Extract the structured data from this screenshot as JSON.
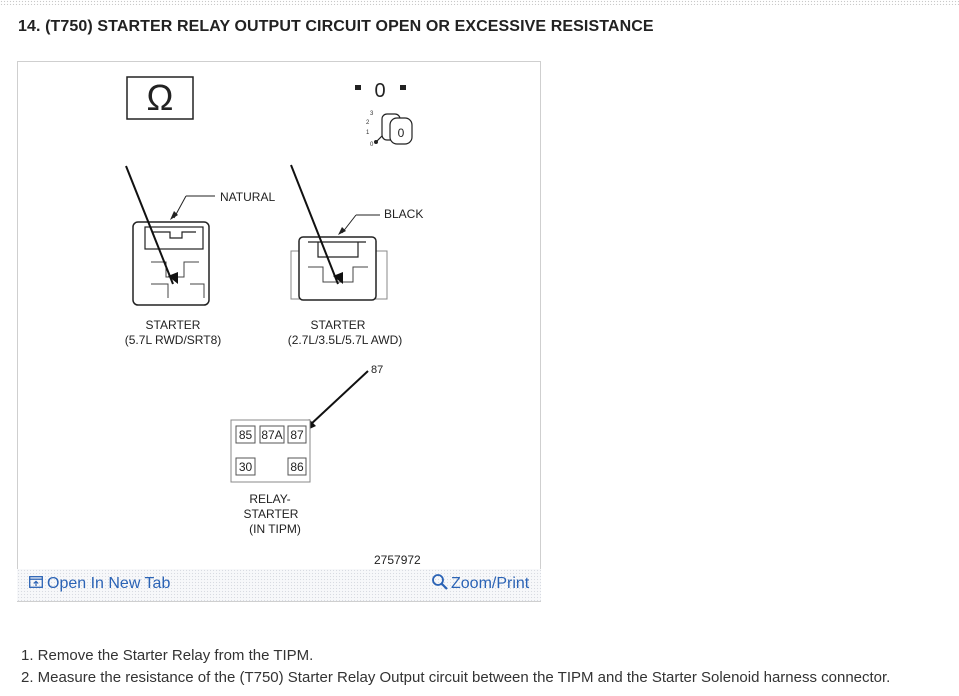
{
  "heading": "14. (T750) STARTER RELAY OUTPUT CIRCUIT OPEN OR EXCESSIVE RESISTANCE",
  "diagram": {
    "label_natural": "NATURAL",
    "label_black": "BLACK",
    "starter_left_line1": "STARTER",
    "starter_left_line2": "(5.7L RWD/SRT8)",
    "starter_right_line1": "STARTER",
    "starter_right_line2": "(2.7L/3.5L/5.7L AWD)",
    "pin_callout": "87",
    "relay_pins": [
      "85",
      "87A",
      "87",
      "30",
      "86"
    ],
    "relay_label_line1": "RELAY-",
    "relay_label_line2": "STARTER",
    "relay_label_line3": "(IN TIPM)",
    "figure_number": "2757972",
    "ignition_positions": [
      "3",
      "2",
      "1",
      "0"
    ],
    "ohmmeter_symbol": "Ω",
    "off_symbol": "0"
  },
  "footer": {
    "open_label": "Open In New Tab",
    "zoom_label": "Zoom/Print"
  },
  "steps": [
    "1. Remove the Starter Relay from the TIPM.",
    "2. Measure the resistance of the (T750) Starter Relay Output circuit between the TIPM and the Starter Solenoid harness connector."
  ]
}
